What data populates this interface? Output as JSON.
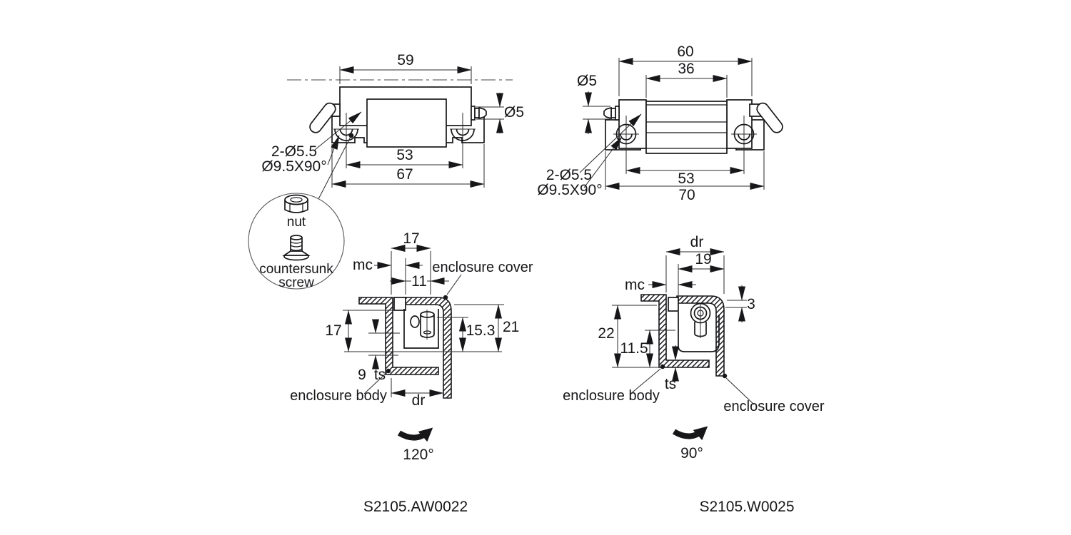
{
  "left": {
    "code": "S2105.AW0022",
    "top": {
      "dim_width": "59",
      "dim_holes": "53",
      "dim_total": "67",
      "dim_pin_dia": "Ø5",
      "hole_note_line1": "2-Ø5.5",
      "hole_note_line2": "Ø9.5X90°"
    },
    "detail": {
      "nut_label": "nut",
      "screw_label_line1": "countersunk",
      "screw_label_line2": "screw"
    },
    "sec": {
      "dim_depth_top": "17",
      "dim_mc": "mc",
      "dim_11": "11",
      "cover_label": "enclosure cover",
      "dim_height_left": "17",
      "dim_15_3": "15.3",
      "dim_21": "21",
      "dim_9": "9",
      "dim_ts": "ts",
      "body_label": "enclosure body",
      "dim_dr": "dr",
      "open_angle": "120°"
    }
  },
  "right": {
    "code": "S2105.W0025",
    "top": {
      "dim_width": "60",
      "dim_barrel": "36",
      "dim_pin_dia": "Ø5",
      "hole_note_line1": "2-Ø5.5",
      "hole_note_line2": "Ø9.5X90°",
      "dim_holes": "53",
      "dim_total": "70"
    },
    "sec": {
      "dim_dr": "dr",
      "dim_19": "19",
      "dim_mc": "mc",
      "dim_3": "3",
      "dim_22": "22",
      "dim_11_5": "11.5",
      "dim_ts": "ts",
      "body_label": "enclosure body",
      "cover_label": "enclosure cover",
      "open_angle": "90°"
    }
  },
  "colors": {
    "ink": "#17171a",
    "background": "#ffffff"
  }
}
